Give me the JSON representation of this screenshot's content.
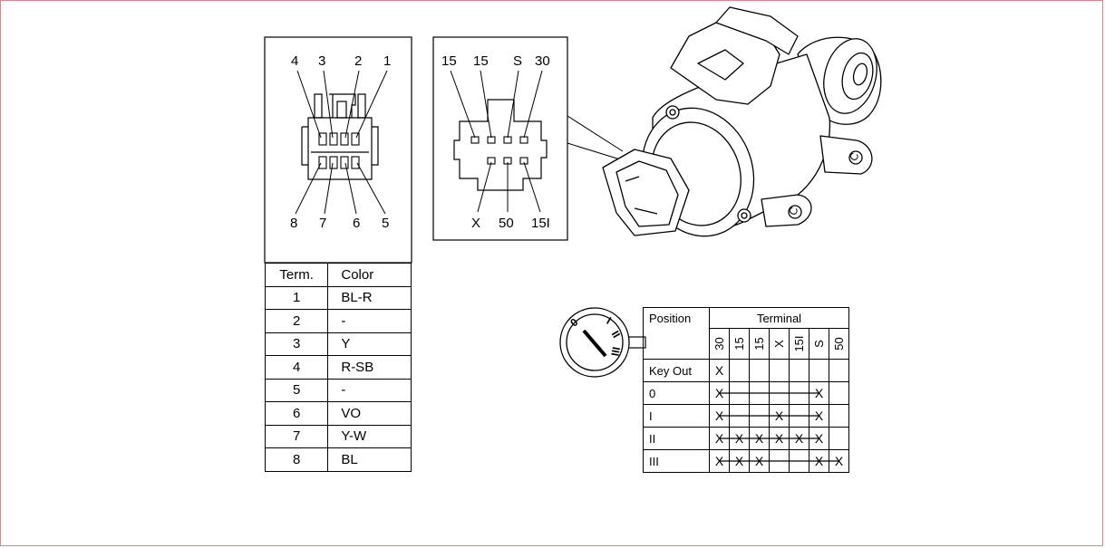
{
  "connector_a": {
    "top_labels": [
      "4",
      "3",
      "2",
      "1"
    ],
    "bottom_labels": [
      "8",
      "7",
      "6",
      "5"
    ]
  },
  "connector_b": {
    "top_labels": [
      "15",
      "15",
      "S",
      "30"
    ],
    "bottom_labels": [
      "X",
      "50",
      "15I"
    ]
  },
  "terminal_table": {
    "header_term": "Term.",
    "header_color": "Color",
    "rows": [
      {
        "term": "1",
        "color": "BL-R"
      },
      {
        "term": "2",
        "color": "-"
      },
      {
        "term": "3",
        "color": "Y"
      },
      {
        "term": "4",
        "color": "R-SB"
      },
      {
        "term": "5",
        "color": "-"
      },
      {
        "term": "6",
        "color": "VO"
      },
      {
        "term": "7",
        "color": "Y-W"
      },
      {
        "term": "8",
        "color": "BL"
      }
    ]
  },
  "switch_table": {
    "header_position": "Position",
    "header_terminal": "Terminal",
    "columns": [
      "30",
      "15",
      "15",
      "X",
      "15I",
      "S",
      "50"
    ],
    "rows": [
      {
        "label": "Key Out",
        "marks": [
          true,
          false,
          false,
          false,
          false,
          false,
          false
        ]
      },
      {
        "label": "0",
        "marks": [
          true,
          false,
          false,
          false,
          false,
          true,
          false
        ]
      },
      {
        "label": "I",
        "marks": [
          true,
          false,
          false,
          true,
          false,
          true,
          false
        ]
      },
      {
        "label": "II",
        "marks": [
          true,
          true,
          true,
          true,
          true,
          true,
          false
        ]
      },
      {
        "label": "III",
        "marks": [
          true,
          true,
          true,
          false,
          false,
          true,
          true
        ]
      }
    ],
    "mark_symbol": "X"
  },
  "key_dial": {
    "labels": [
      "0",
      "I",
      "II",
      "III"
    ]
  },
  "housing_marks": [
    "C",
    "C"
  ]
}
